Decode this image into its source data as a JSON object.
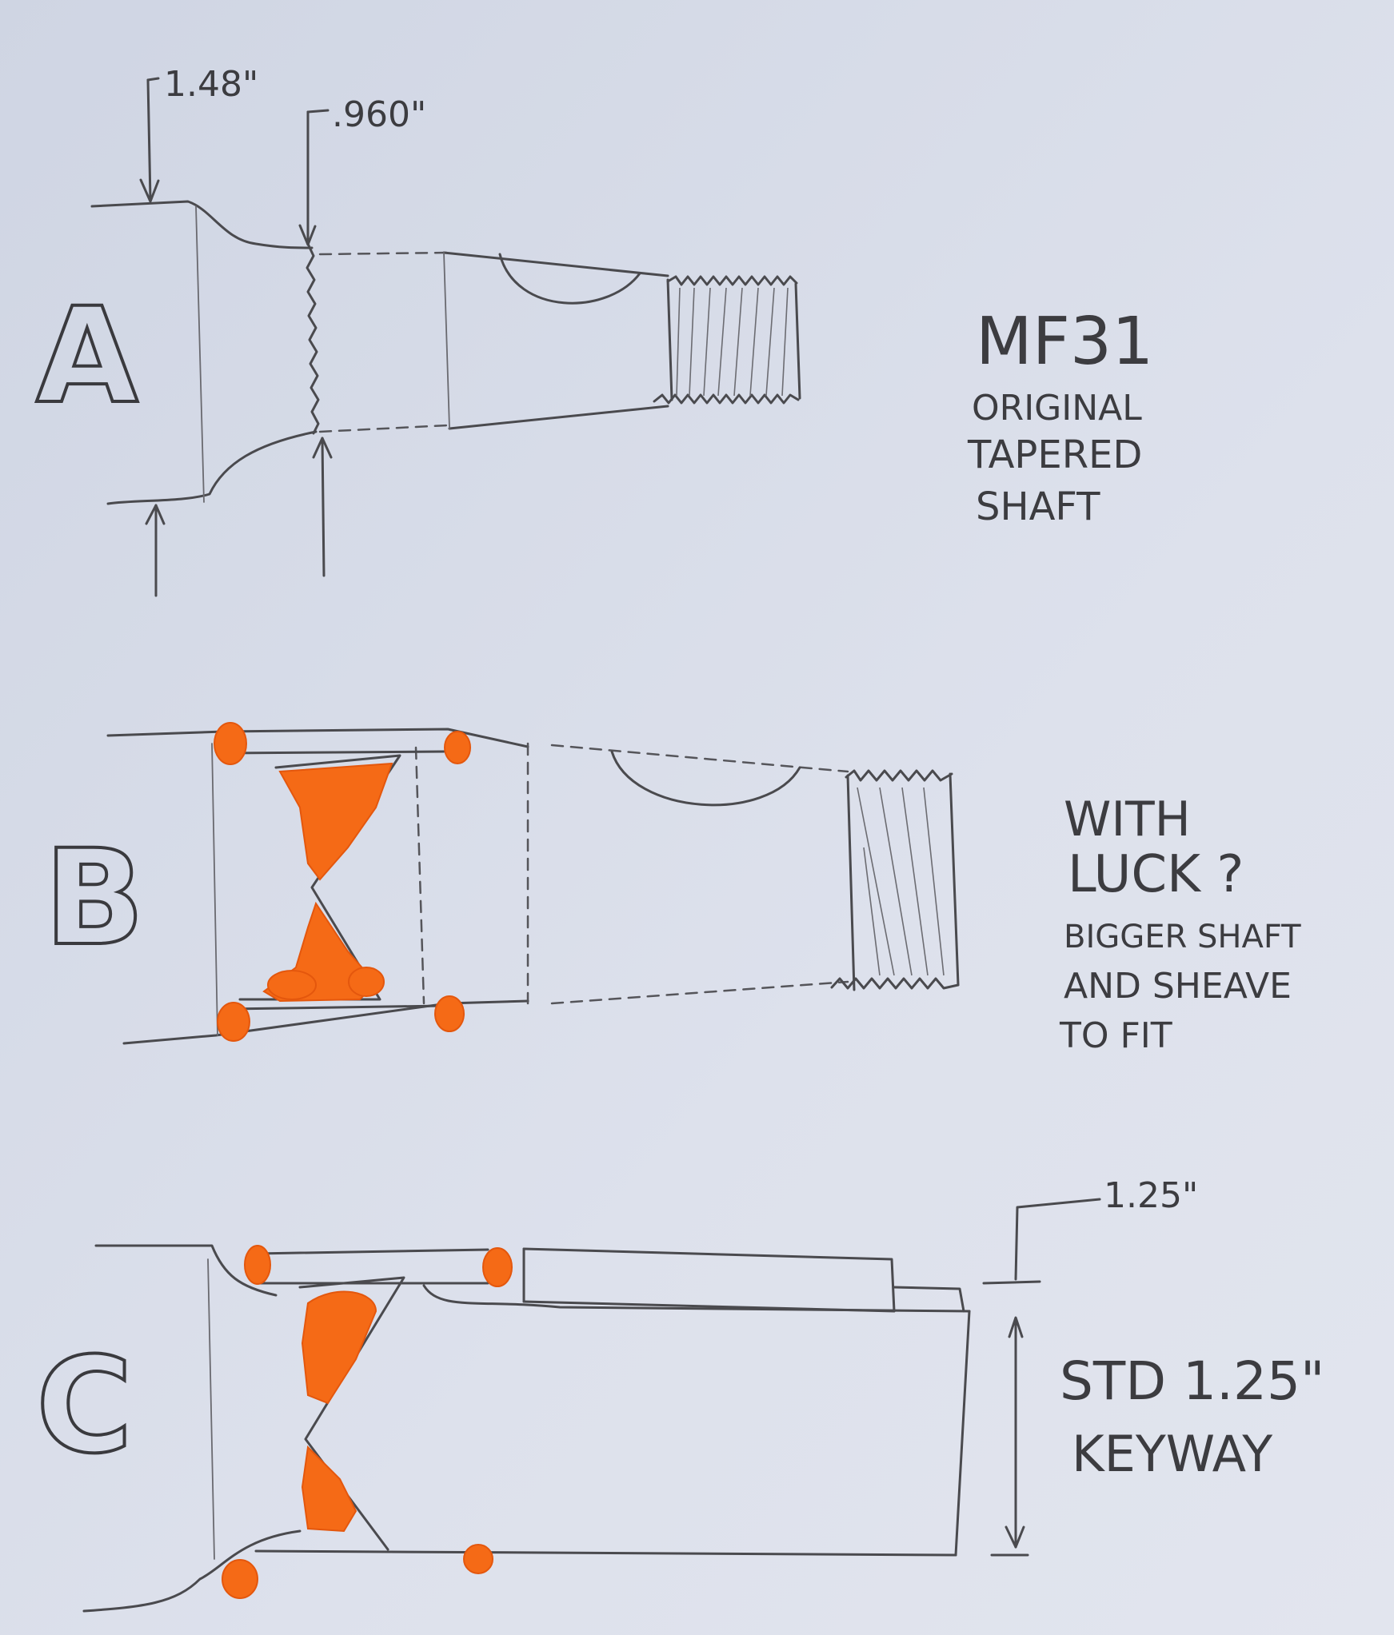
{
  "labels": {
    "a": "A",
    "b": "B",
    "c": "C"
  },
  "dimensions": {
    "a_outer": "1.48\"",
    "a_inner": ".960\"",
    "c_height": "1.25\""
  },
  "notes": {
    "a": {
      "line1": "MF31",
      "line2": "ORIGINAL",
      "line3": "TAPERED",
      "line4": "SHAFT"
    },
    "b": {
      "line1": "WITH",
      "line2": "LUCK ?",
      "line3": "BIGGER SHAFT",
      "line4": "AND SHEAVE",
      "line5": "TO FIT"
    },
    "c": {
      "line1": "STD 1.25\"",
      "line2": "KEYWAY"
    }
  },
  "colors": {
    "paper": "#d6dbe8",
    "pencil": "#4a4a4e",
    "weld": "#f56a16"
  }
}
